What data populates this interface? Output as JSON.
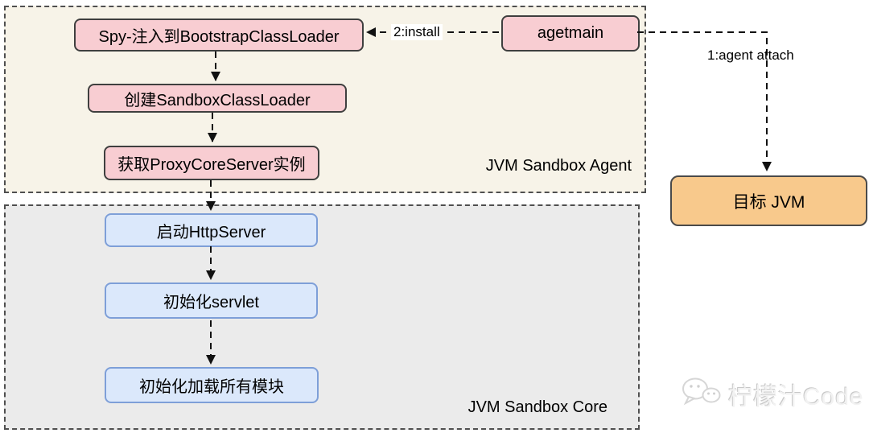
{
  "diagram": {
    "groups": {
      "agent": {
        "label": "JVM Sandbox Agent"
      },
      "core": {
        "label": "JVM Sandbox Core"
      }
    },
    "nodes": {
      "spy": {
        "label": "Spy-注入到BootstrapClassLoader"
      },
      "create": {
        "label": "创建SandboxClassLoader"
      },
      "proxy": {
        "label": "获取ProxyCoreServer实例"
      },
      "agetmain": {
        "label": "agetmain"
      },
      "http": {
        "label": "启动HttpServer"
      },
      "servlet": {
        "label": "初始化servlet"
      },
      "modules": {
        "label": "初始化加载所有模块"
      },
      "target": {
        "label": "目标 JVM"
      }
    },
    "edges": {
      "install": {
        "label": "2:install"
      },
      "attach": {
        "label": "1:agent attach"
      }
    },
    "colors": {
      "agent_group_bg": "#f7f3e8",
      "core_group_bg": "#ebebeb",
      "pink_node_fill": "#f8cdd2",
      "blue_node_fill": "#dbe8fb",
      "blue_node_border": "#7e9fd8",
      "orange_node_fill": "#f8c98c",
      "node_border_dark": "#3f3f3f",
      "arrow_color": "#111111",
      "dashed_border_color": "#4f4f4f"
    },
    "watermark": {
      "icon": "wechat-icon",
      "text": "柠檬汁Code"
    }
  }
}
